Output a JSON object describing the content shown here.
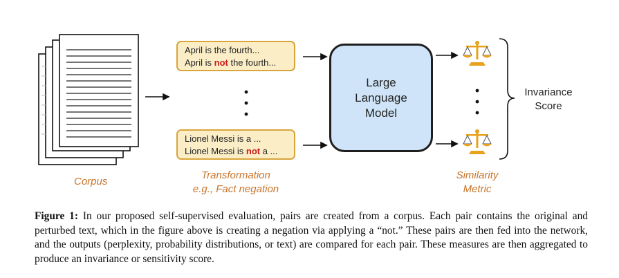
{
  "figure": {
    "corpus_label": "Corpus",
    "pairs": [
      {
        "original": "April is the fourth...",
        "perturbed_prefix": "April is ",
        "perturbed_neg": "not",
        "perturbed_suffix": " the fourth..."
      },
      {
        "original": "Lionel Messi is a ...",
        "perturbed_prefix": "Lionel Messi is ",
        "perturbed_neg": "not",
        "perturbed_suffix": " a ..."
      }
    ],
    "transformation_label_line1": "Transformation",
    "transformation_label_line2": "e.g., Fact negation",
    "model_label_line1": "Large",
    "model_label_line2": "Language",
    "model_label_line3": "Model",
    "metric_label_line1": "Similarity",
    "metric_label_line2": "Metric",
    "score_label_line1": "Invariance",
    "score_label_line2": "Score",
    "colors": {
      "pair_fill": "#fbeec7",
      "pair_border": "#d9a53a",
      "negation": "#cc1a1a",
      "model_fill": "#cfe4f8",
      "label_orange": "#c8742a",
      "scale_gold": "#e8a21c"
    },
    "icons": [
      "document-stack-icon",
      "scale-icon"
    ]
  },
  "caption": {
    "lead": "Figure 1:",
    "text": " In our proposed self-supervised evaluation, pairs are created from a corpus. Each pair contains the original and perturbed text, which in the figure above is creating a negation via applying a “not.” These pairs are then fed into the network, and the outputs (perplexity, probability distributions, or text) are compared for each pair. These measures are then aggregated to produce an invariance or sensitivity score."
  }
}
